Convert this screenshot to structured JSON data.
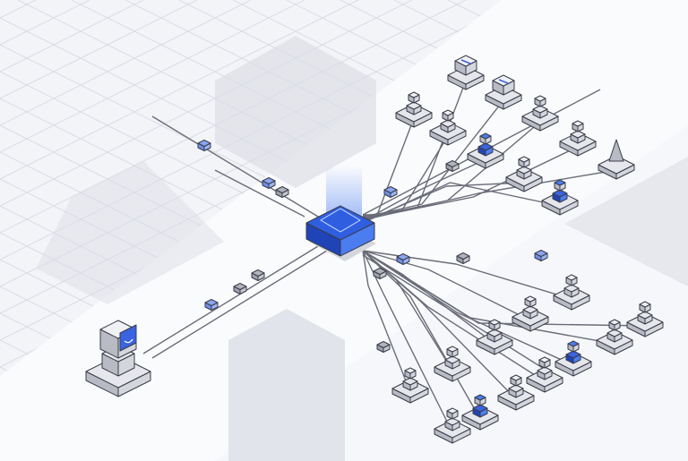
{
  "colors": {
    "background": "#f3f4f8",
    "grid_line": "#d6d8e2",
    "shadow_block": "#dcdee6",
    "hub_blue": "#2f5fe0",
    "hub_dark": "#1f44b8",
    "hub_light": "#4b7cf0",
    "node_top": "#e6e7ec",
    "node_side": "#b8bac4",
    "node_dark": "#8e909c",
    "outline": "#3a3c48",
    "connector": "#6a6c78",
    "packet_blue": "#8aa6f0",
    "packet_gray": "#b0b2bc",
    "accent_node": "#3a63e0"
  },
  "diagram": {
    "hub": "central-processor",
    "clients": [
      "robot-agent"
    ],
    "node_icons": [
      "chat-monitor",
      "robot-head",
      "person-bust",
      "pawn",
      "cone",
      "blue-avatar"
    ]
  }
}
